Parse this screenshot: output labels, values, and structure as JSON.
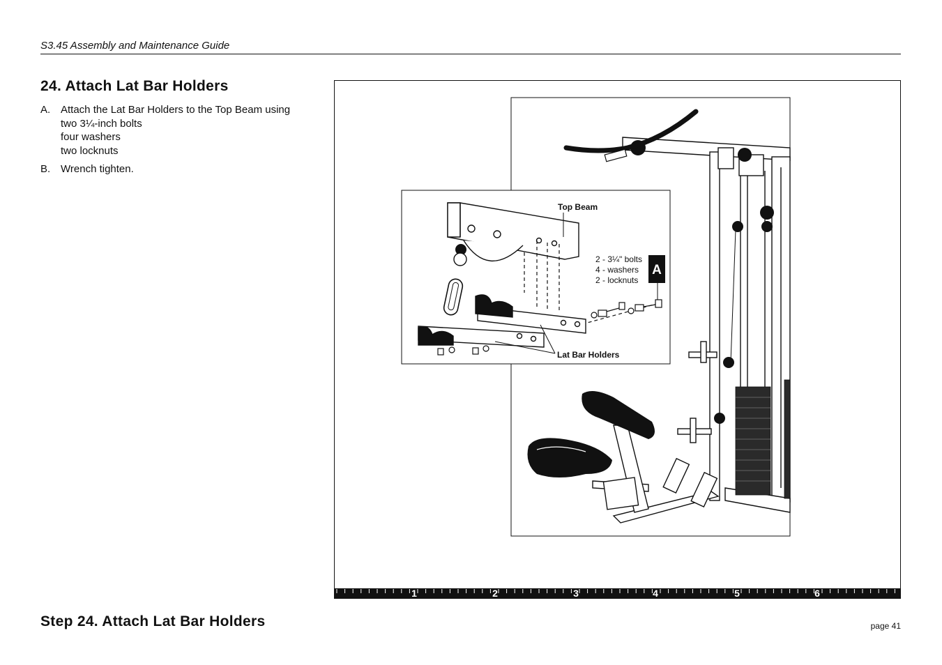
{
  "header": {
    "guide_title": "S3.45 Assembly and Maintenance Guide"
  },
  "section": {
    "title": "24. Attach Lat Bar Holders",
    "steps": [
      {
        "letter": "A.",
        "lines": [
          "Attach the Lat Bar Holders to the Top Beam using",
          "two 3¼-inch bolts",
          "four washers",
          "two locknuts"
        ]
      },
      {
        "letter": "B.",
        "lines": [
          "Wrench tighten."
        ]
      }
    ]
  },
  "figure": {
    "labels": {
      "top_beam": "Top Beam",
      "lat_bar_holders": "Lat Bar Holders",
      "hardware_bolts": "2 - 3¼\" bolts",
      "hardware_washers": "4 - washers",
      "hardware_locknuts": "2 - locknuts",
      "hardware_key": "A"
    },
    "ruler_numbers": [
      "1",
      "2",
      "3",
      "4",
      "5",
      "6"
    ]
  },
  "footer": {
    "step_title": "Step 24. Attach Lat Bar Holders",
    "page_number": "page 41"
  }
}
